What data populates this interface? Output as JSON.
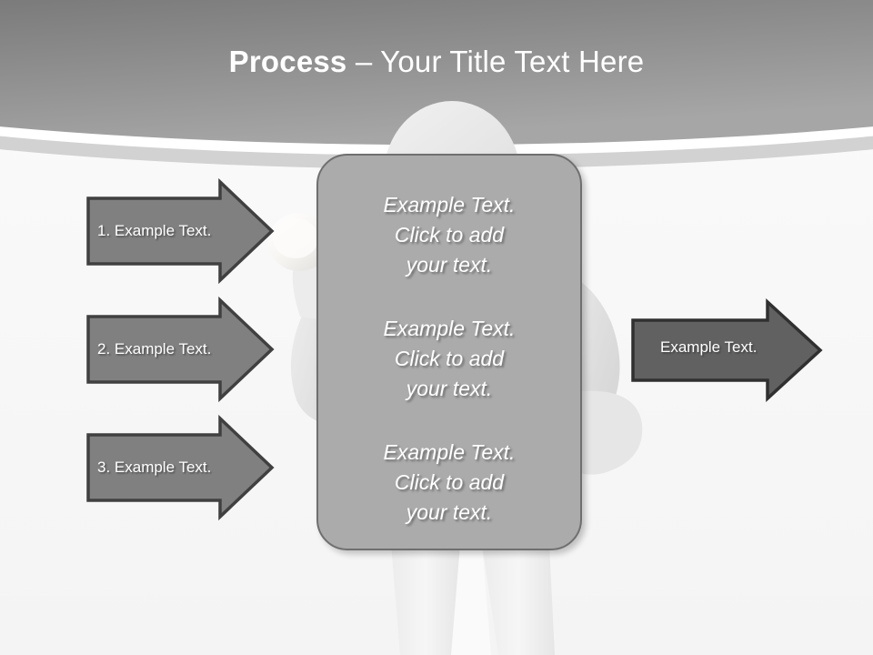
{
  "slide": {
    "title_strong": "Process",
    "title_light": " – Your Title Text Here",
    "background_color": "#f7f7f7",
    "header_color_top": "#6e6e6e",
    "header_color_bottom": "#9a9a9a",
    "header_band_color": "#d2d2d2"
  },
  "center_panel": {
    "fill_color": "#ababab",
    "border_color": "#6f6f6f",
    "blocks": [
      {
        "line1": "Example Text.",
        "line2": "Click  to add",
        "line3": "your text."
      },
      {
        "line1": "Example Text.",
        "line2": "Click  to add",
        "line3": "your text."
      },
      {
        "line1": "Example Text.",
        "line2": "Click  to add",
        "line3": "your text."
      }
    ]
  },
  "input_arrows": {
    "fill_color": "#808080",
    "border_color": "#404040",
    "items": [
      {
        "label": "1. Example Text."
      },
      {
        "label": "2. Example Text."
      },
      {
        "label": "3. Example Text."
      }
    ]
  },
  "output_arrow": {
    "fill_color": "#616161",
    "border_color": "#303030",
    "label": "Example Text."
  }
}
